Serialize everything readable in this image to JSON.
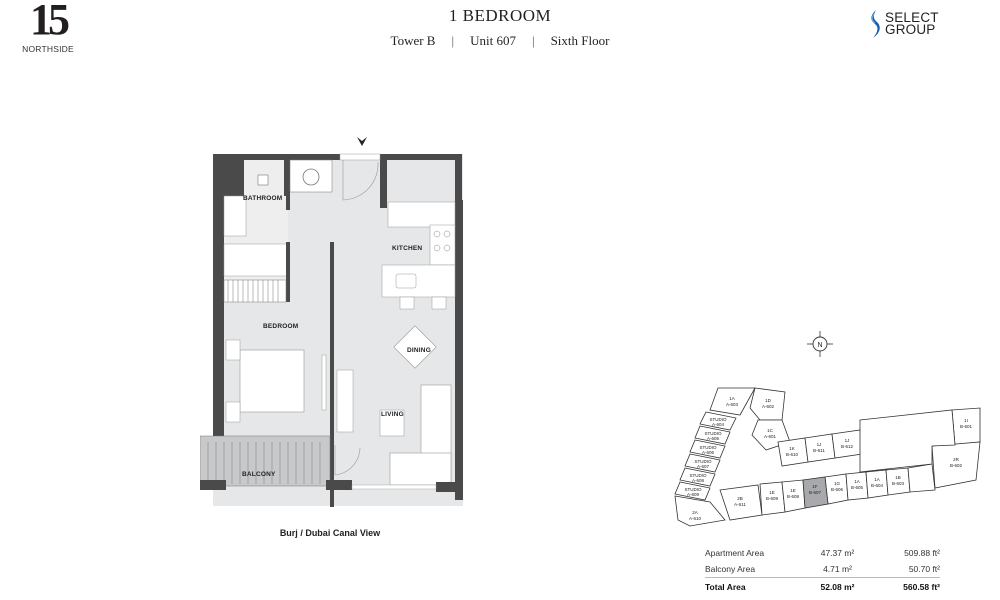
{
  "header": {
    "logo_left": {
      "number": "15",
      "name": "NORTHSIDE"
    },
    "title": "1 BEDROOM",
    "tower": "Tower B",
    "unit": "Unit 607",
    "floor": "Sixth Floor",
    "separator": "|",
    "brand": {
      "line1": "SELECT",
      "line2": "GROUP",
      "accent_color": "#1b5fa8"
    }
  },
  "floor_plan": {
    "rooms": [
      "BATHROOM",
      "KITCHEN",
      "BEDROOM",
      "DINING",
      "LIVING",
      "BALCONY"
    ],
    "entry_marker": "entrance-arrow",
    "view_label": "Burj / Dubai Canal View",
    "wall_color": "#4a4a4a",
    "floor_color": "#e6e7e8"
  },
  "compass": {
    "label": "N"
  },
  "key_plan": {
    "highlight_color": "#a7a9ac",
    "highlighted_unit": {
      "type": "1F",
      "code": "B-607"
    },
    "units": [
      {
        "type": "1A",
        "code": "A-603"
      },
      {
        "type": "1D",
        "code": "A-602"
      },
      {
        "type": "1C",
        "code": "A-601"
      },
      {
        "type": "STUDIO",
        "code": "A-604"
      },
      {
        "type": "STUDIO",
        "code": "A-605"
      },
      {
        "type": "STUDIO",
        "code": "A-606"
      },
      {
        "type": "STUDIO",
        "code": "A-607"
      },
      {
        "type": "STUDIO",
        "code": "A-608"
      },
      {
        "type": "STUDIO",
        "code": "A-609"
      },
      {
        "type": "2A",
        "code": "A-610"
      },
      {
        "type": "2B",
        "code": "A-611"
      },
      {
        "type": "1K",
        "code": "B-610"
      },
      {
        "type": "1J",
        "code": "B-611"
      },
      {
        "type": "1J",
        "code": "B-612"
      },
      {
        "type": "1E",
        "code": "B-609"
      },
      {
        "type": "1E",
        "code": "B-608"
      },
      {
        "type": "1F",
        "code": "B-607"
      },
      {
        "type": "1G",
        "code": "B-606"
      },
      {
        "type": "1A",
        "code": "B-605"
      },
      {
        "type": "1A",
        "code": "B-604"
      },
      {
        "type": "1B",
        "code": "B-603"
      },
      {
        "type": "1I",
        "code": "B-601"
      },
      {
        "type": "2R",
        "code": "B-602"
      }
    ]
  },
  "areas": {
    "rows": [
      {
        "label": "Apartment Area",
        "sqm": "47.37 m²",
        "sqft": "509.88 ft²"
      },
      {
        "label": "Balcony Area",
        "sqm": "4.71 m²",
        "sqft": "50.70 ft²"
      }
    ],
    "total": {
      "label": "Total Area",
      "sqm": "52.08 m²",
      "sqft": "560.58 ft²"
    }
  }
}
